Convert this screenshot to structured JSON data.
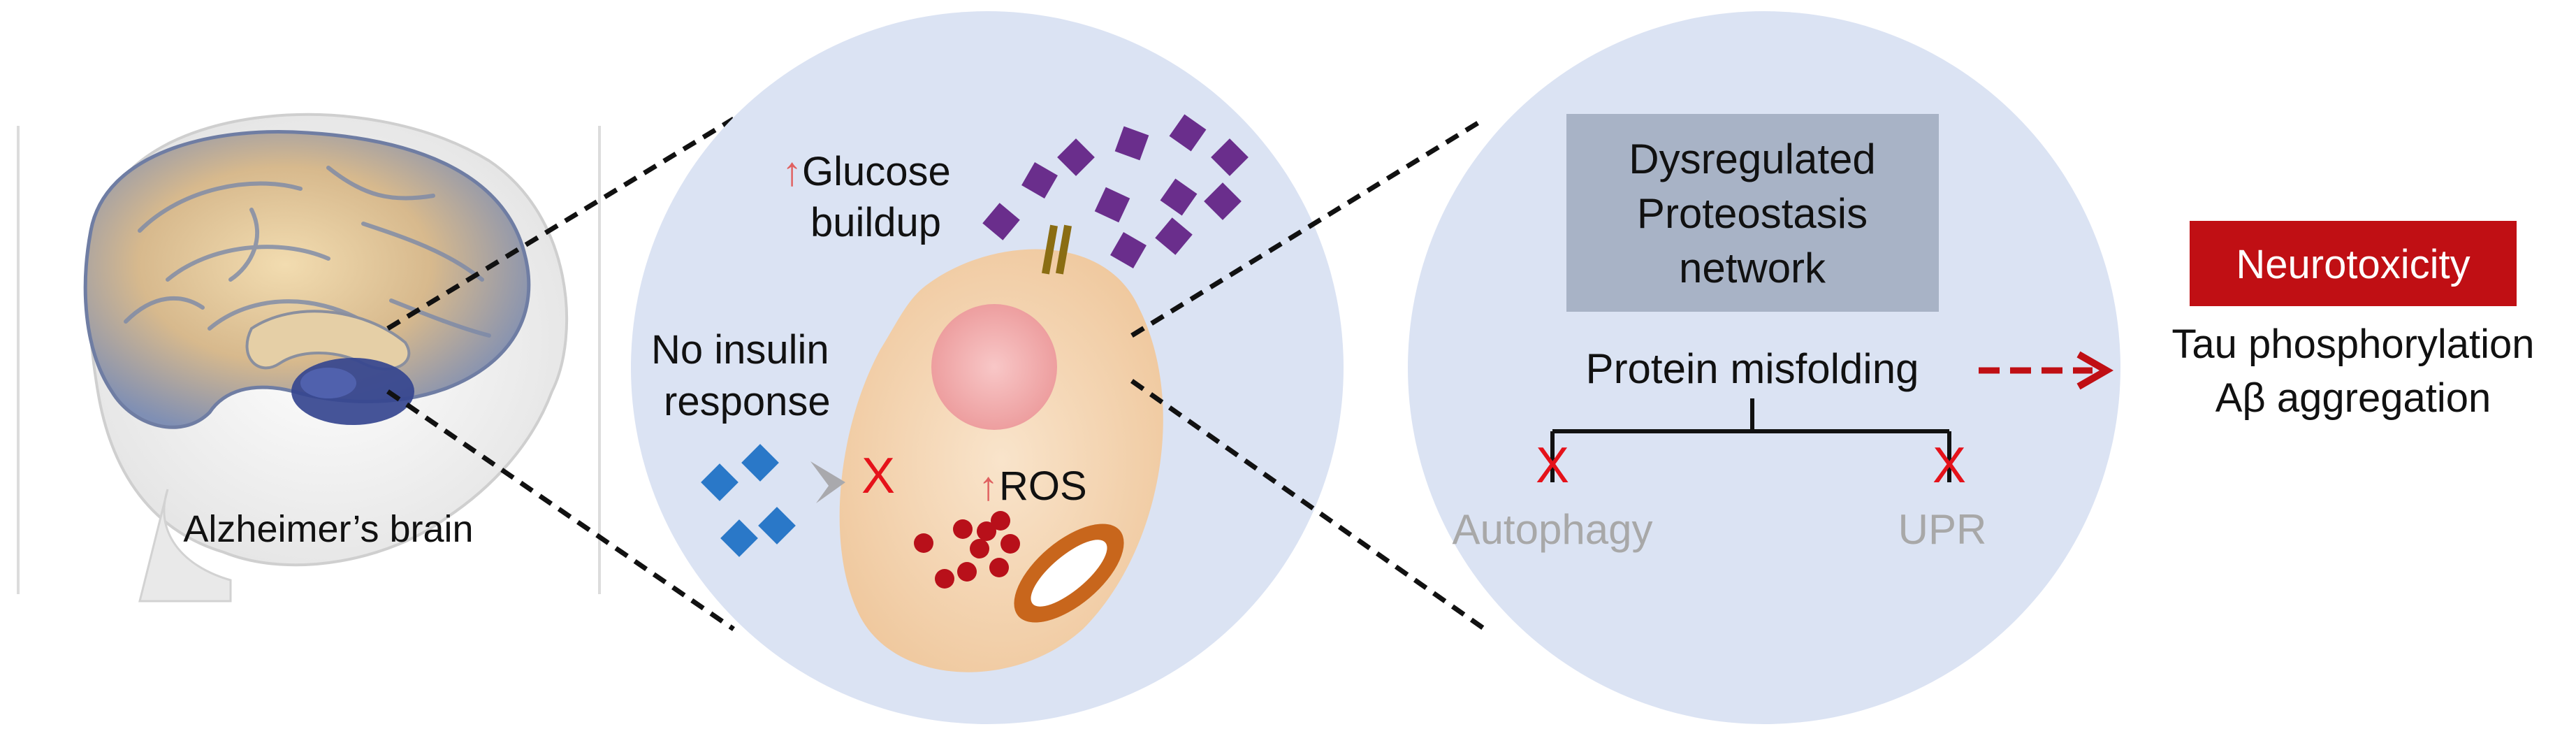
{
  "brain_label": "Alzheimer’s brain",
  "cell": {
    "glucose_arrow": "↑",
    "glucose_line1": "Glucose",
    "glucose_line2": "buildup",
    "insulin_line1": "No insulin",
    "insulin_line2": "response",
    "ros_arrow": "↑",
    "ros_label": "ROS",
    "block_mark": "X"
  },
  "proteostasis": {
    "box_line1": "Dysregulated",
    "box_line2": "Proteostasis",
    "box_line3": "network",
    "misfolding_label": "Protein misfolding",
    "branch_left": "Autophagy",
    "branch_right": "UPR",
    "block_mark": "X"
  },
  "outcome": {
    "badge": "Neurotoxicity",
    "line1": "Tau phosphorylation",
    "line2": "Aβ aggregation"
  },
  "colors": {
    "circle_fill": "#dbe3f3",
    "cell_fill": "#f6d9b8",
    "nucleus": "#f1a4a5",
    "glucose": "#6a2e8c",
    "insulin": "#2a78c8",
    "ros": "#b8101a",
    "mitochondrion": "#c8661c",
    "box_fill": "#a8b3c6",
    "badge_fill": "#c00f14",
    "arrow": "#c00f14",
    "muted_text": "#a8a8a8",
    "up_arrow": "#e06060"
  }
}
